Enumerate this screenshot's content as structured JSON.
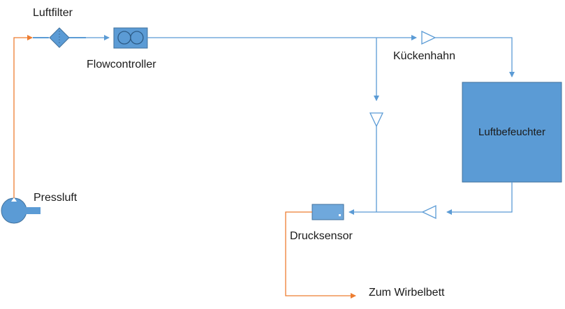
{
  "labels": {
    "luftfilter": "Luftfilter",
    "flowcontroller": "Flowcontroller",
    "pressluft": "Pressluft",
    "kueckenhahn": "Kückenhahn",
    "luftbefeuchter": "Luftbefeuchter",
    "drucksensor": "Drucksensor",
    "wirbelbett": "Zum Wirbelbett"
  },
  "colors": {
    "line_blue": "#5b9bd5",
    "line_orange": "#ed7d31",
    "fill_blue": "#5b9bd5",
    "fill_light_blue": "#6fa8dc",
    "stroke_dark": "#41719c"
  }
}
